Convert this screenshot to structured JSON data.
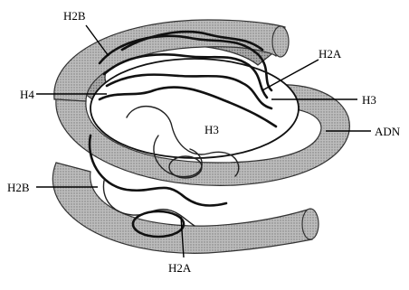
{
  "labels": {
    "h2b_top": "H2B",
    "h2a_top": "H2A",
    "h4": "H4",
    "h3_right": "H3",
    "h3_center": "H3",
    "adn": "ADN",
    "h2b_left": "H2B",
    "h2a_bottom": "H2A"
  }
}
